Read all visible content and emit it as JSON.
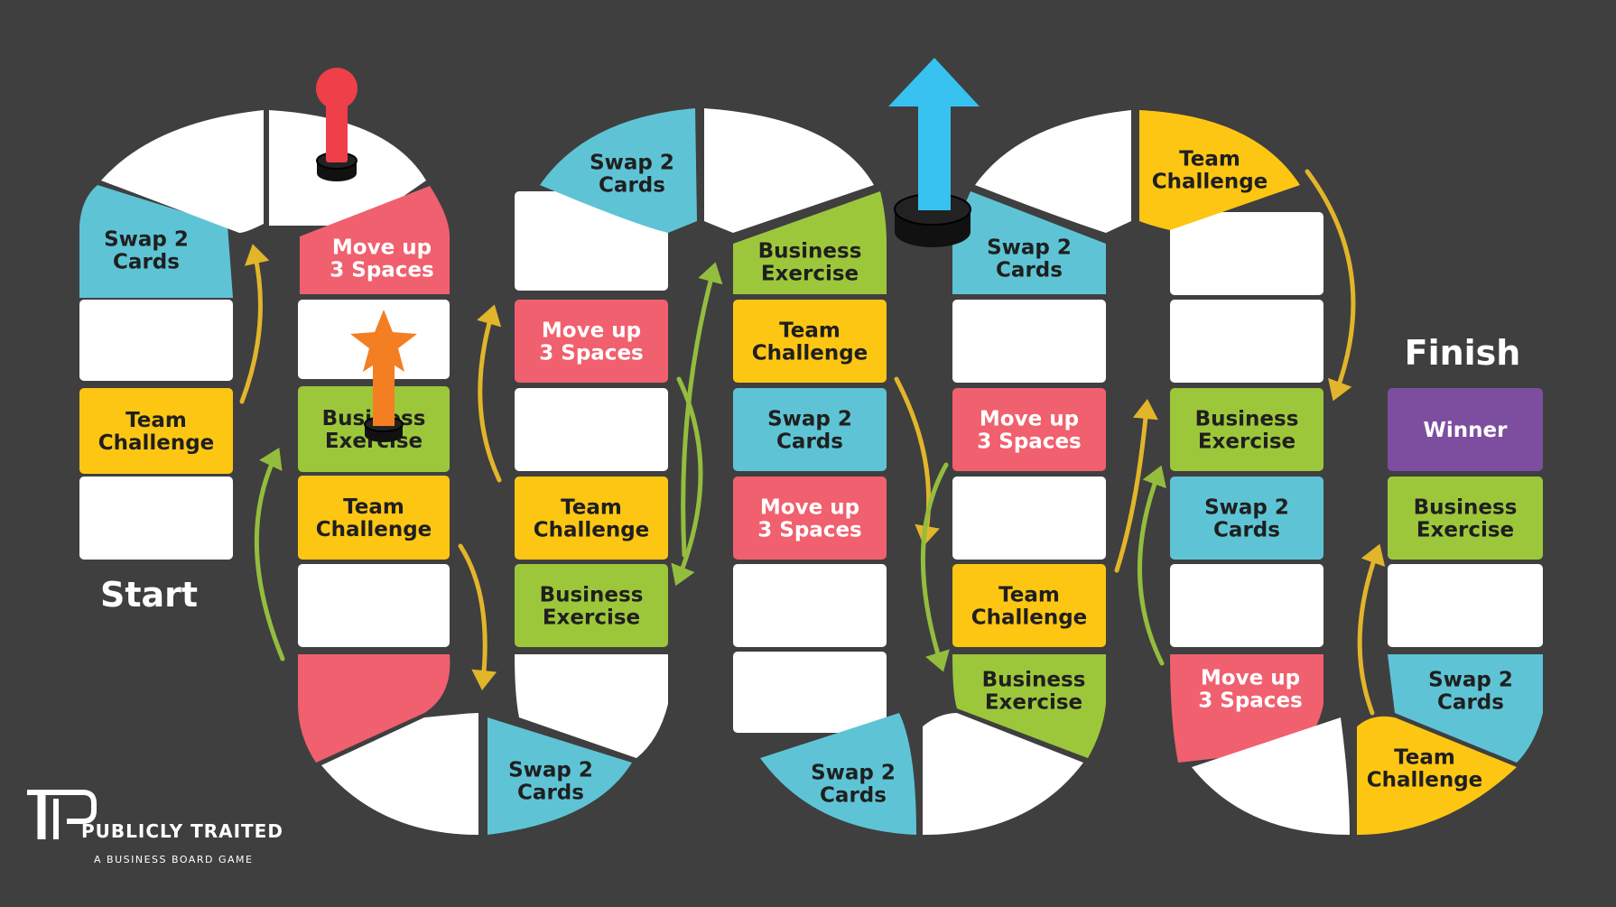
{
  "labels": {
    "start": "Start",
    "finish": "Finish",
    "brand_name": "PUBLICLY TRAITED",
    "brand_tagline": "A BUSINESS BOARD GAME"
  },
  "colors": {
    "background": "#3f3f40",
    "white": "#ffffff",
    "team": "#fdc613",
    "swap": "#5ec4d5",
    "move": "#f0606e",
    "business": "#9dc73b",
    "winner": "#7d4e9f",
    "arrow_yellow": "#e2b52a",
    "arrow_green": "#94bd3e",
    "piece_red": "#ef3f49",
    "piece_orange": "#f47e22",
    "piece_blue": "#37c2ef"
  },
  "tiles": {
    "swap": [
      "Swap 2",
      "Cards"
    ],
    "move": [
      "Move up",
      "3 Spaces"
    ],
    "team": [
      "Team",
      "Challenge"
    ],
    "business": [
      "Business",
      "Exercise"
    ],
    "winner": [
      "Winner"
    ]
  },
  "pieces": [
    {
      "name": "red-pawn-icon",
      "color": "piece_red"
    },
    {
      "name": "orange-star-pawn-icon",
      "color": "piece_orange"
    },
    {
      "name": "blue-arrow-pawn-icon",
      "color": "piece_blue"
    }
  ]
}
